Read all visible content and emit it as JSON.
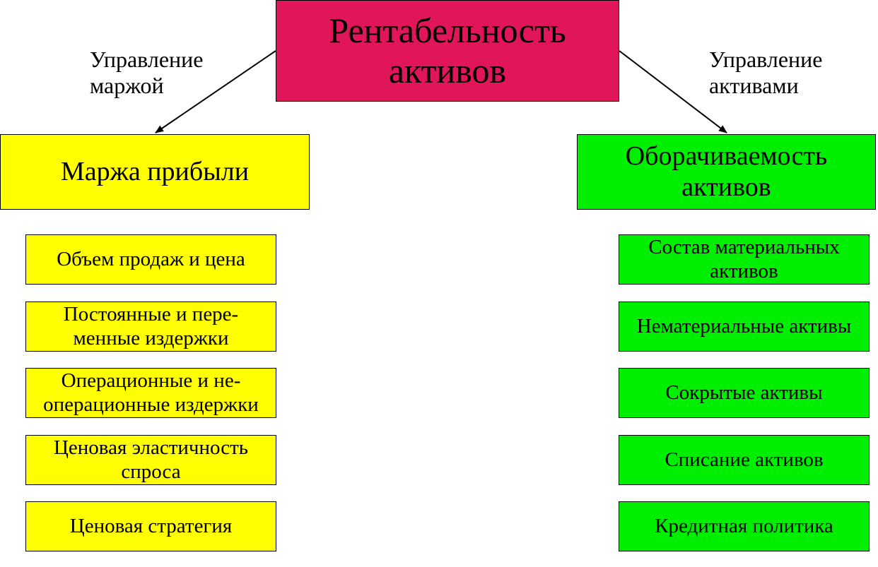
{
  "colors": {
    "root": "#e0155a",
    "margin": "#ffff00",
    "turnover": "#00ee00"
  },
  "root": {
    "line1": "Рентабельность",
    "line2": "активов"
  },
  "edge_labels": {
    "left_line1": "Управление",
    "left_line2": "маржой",
    "right_line1": "Управление",
    "right_line2": "активами"
  },
  "left_header": {
    "label": "Маржа прибыли"
  },
  "right_header": {
    "line1": "Оборачиваемость",
    "line2": "активов"
  },
  "left_items": [
    {
      "line1": "Объем продаж и цена",
      "line2": ""
    },
    {
      "line1": "Постоянные и пере-",
      "line2": "менные издержки"
    },
    {
      "line1": "Операционные и не-",
      "line2": "операционные издержки"
    },
    {
      "line1": "Ценовая эластичность",
      "line2": "спроса"
    },
    {
      "line1": "Ценовая стратегия",
      "line2": ""
    }
  ],
  "right_items": [
    {
      "line1": "Состав материальных",
      "line2": "активов"
    },
    {
      "line1": "Нематериальные активы",
      "line2": ""
    },
    {
      "line1": "Сокрытые активы",
      "line2": ""
    },
    {
      "line1": "Списание активов",
      "line2": ""
    },
    {
      "line1": "Кредитная политика",
      "line2": ""
    }
  ]
}
